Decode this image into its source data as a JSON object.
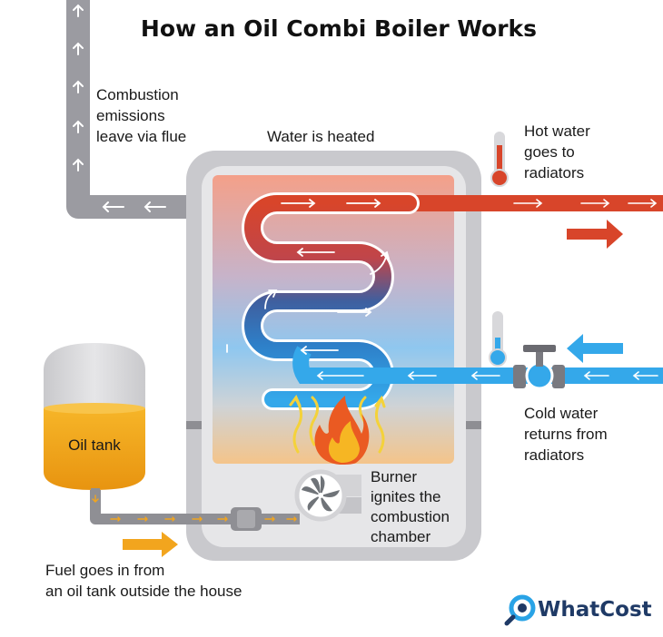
{
  "title": "How an Oil Combi Boiler Works",
  "labels": {
    "flue": [
      "Combustion",
      "emissions",
      "leave via flue"
    ],
    "heated": [
      "Water is heated"
    ],
    "hot": [
      "Hot water",
      "goes to",
      "radiators"
    ],
    "cold": [
      "Cold water",
      "returns from",
      "radiators"
    ],
    "burner": [
      "Burner",
      "ignites the",
      "combustion",
      "chamber"
    ],
    "fuel": [
      "Fuel goes in from",
      "an oil tank outside the house"
    ],
    "tank": "Oil tank"
  },
  "brand": "WhatCost",
  "colors": {
    "hot": "#d8452a",
    "cold": "#34a8ea",
    "fuel": "#f2a51e",
    "flue": "#9b9ba1",
    "boiler_shell": "#c9c9cd",
    "boiler_face": "#e6e6e8",
    "brand": "#1f3a66",
    "brand_accent": "#29a3e6"
  },
  "icons": [
    "thermometer-hot-icon",
    "thermometer-cold-icon",
    "flame-icon",
    "fan-icon",
    "valve-icon",
    "whatcost-logo-icon"
  ]
}
